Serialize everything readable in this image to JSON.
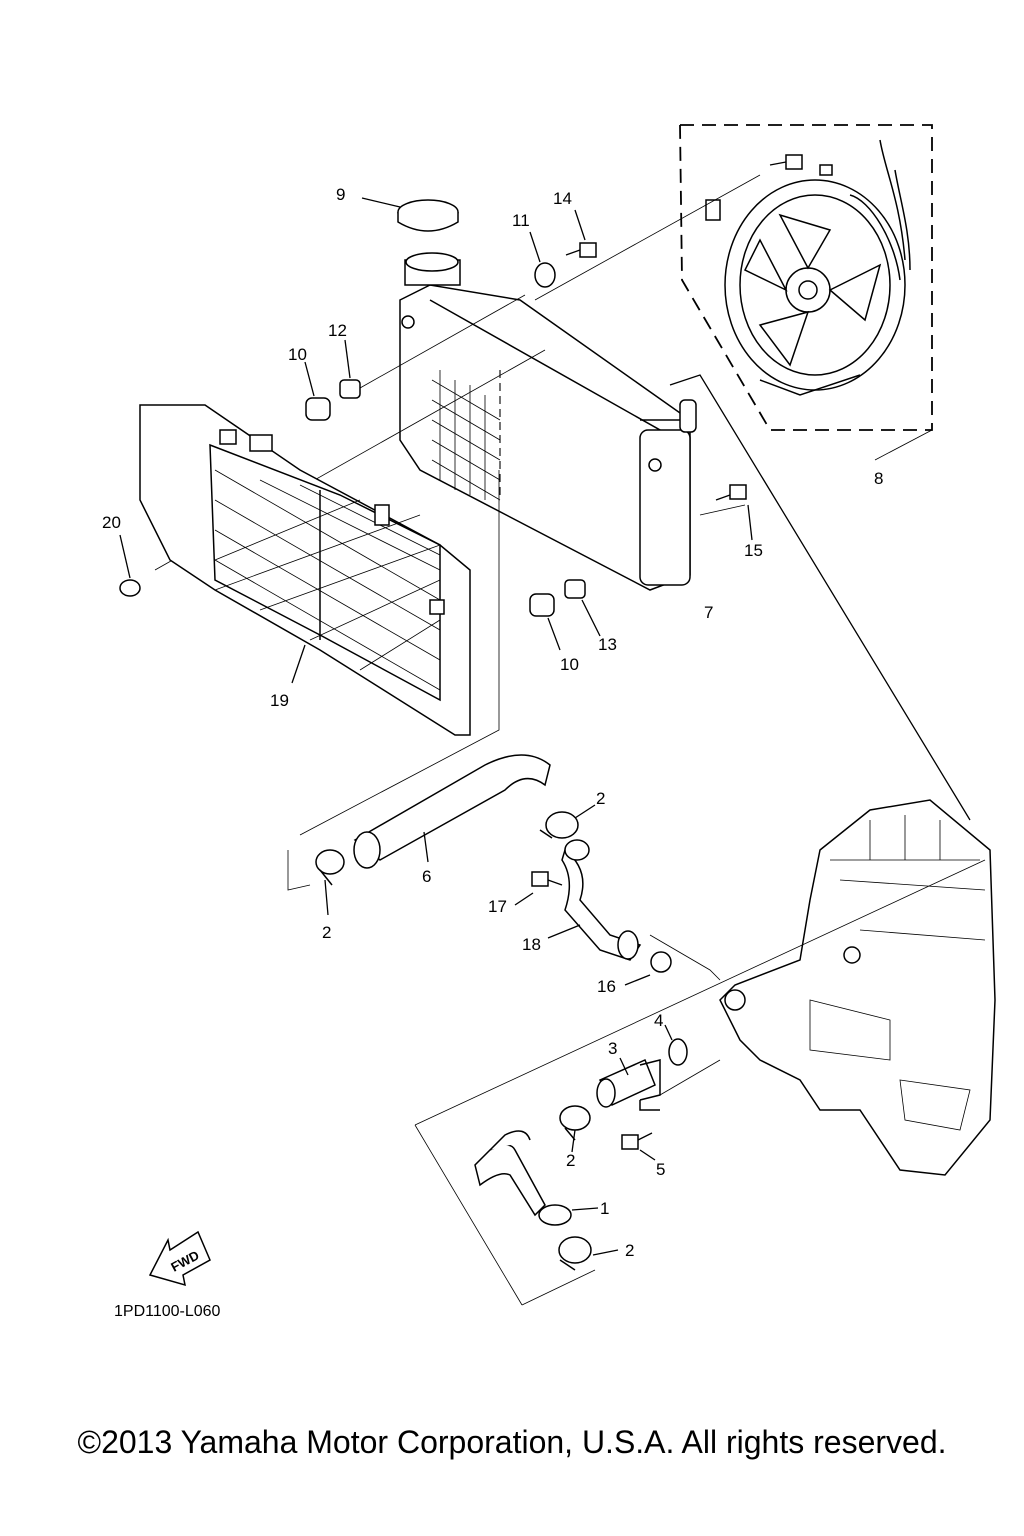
{
  "diagram": {
    "callouts": [
      "9",
      "14",
      "11",
      "12",
      "10",
      "20",
      "19",
      "7",
      "8",
      "15",
      "13",
      "10",
      "2",
      "6",
      "2",
      "17",
      "18",
      "16",
      "4",
      "3",
      "5",
      "2",
      "1",
      "2"
    ],
    "drawing_code": "1PD1100-L060",
    "fwd_label": "FWD"
  },
  "footer": {
    "copyright": "©2013 Yamaha Motor Corporation, U.S.A. All rights reserved."
  }
}
